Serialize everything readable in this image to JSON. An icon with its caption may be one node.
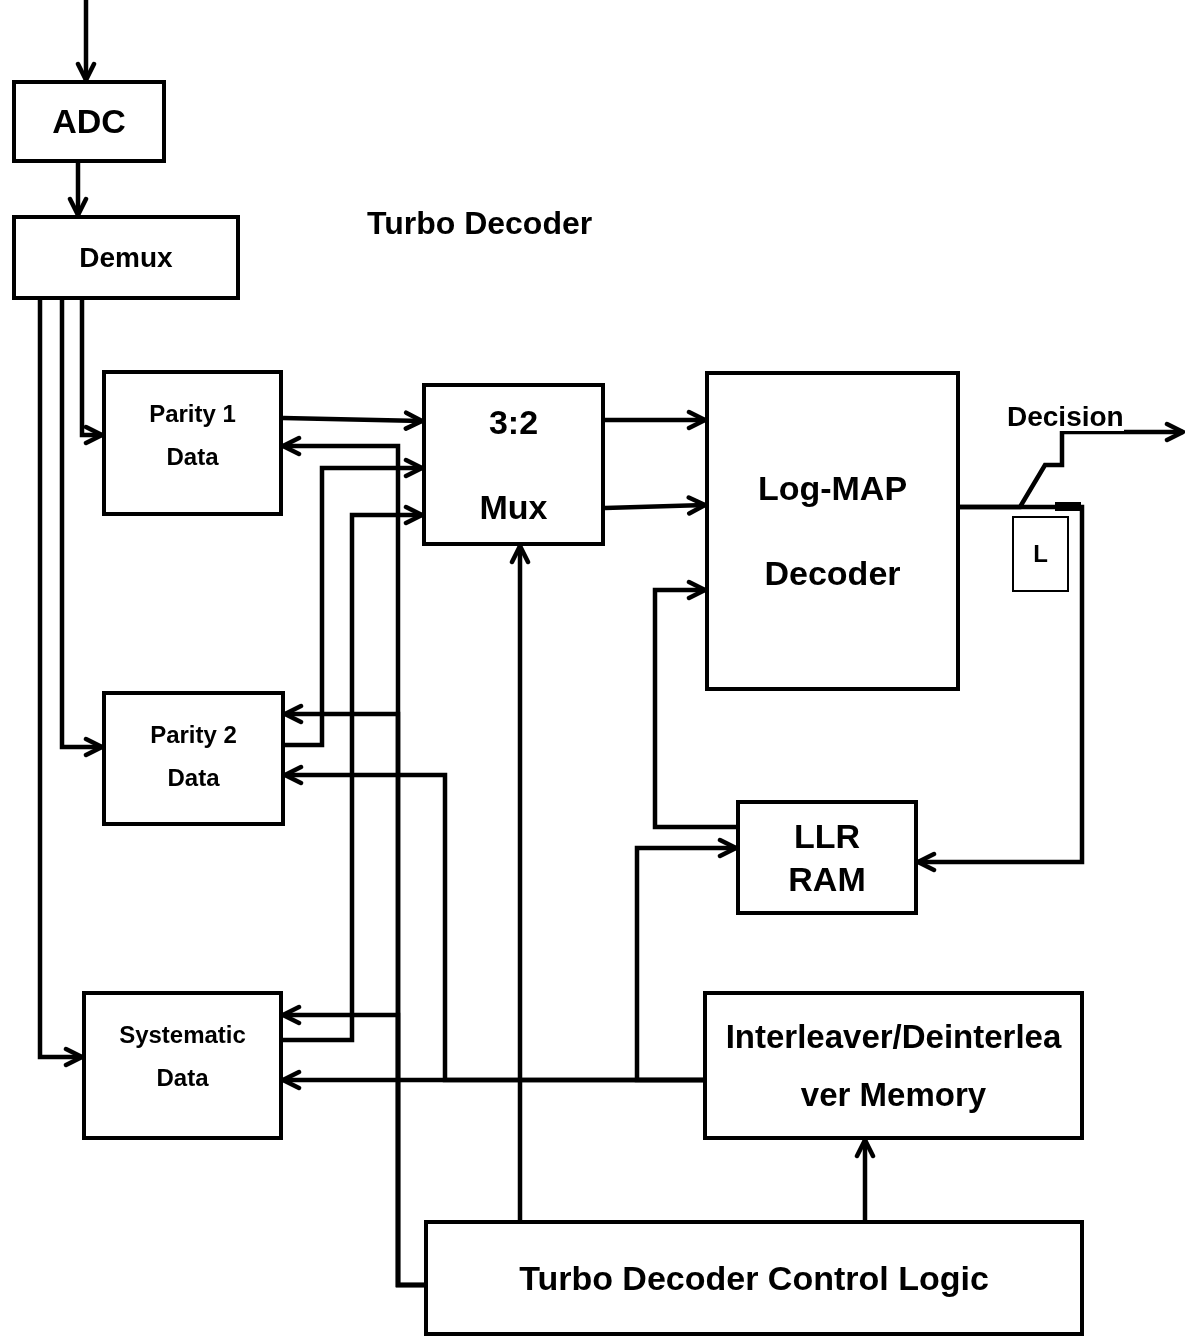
{
  "diagram": {
    "title": "Turbo Decoder",
    "nodes": [
      {
        "text": [
          "ADC"
        ]
      },
      {
        "text": [
          "Demux"
        ]
      },
      {
        "text": [
          "Parity 1 Data"
        ]
      },
      {
        "text": [
          "3:2 Mux"
        ]
      },
      {
        "text": [
          "Log-MAP Decoder"
        ]
      },
      {
        "text": [
          "L"
        ]
      },
      {
        "text": [
          "Parity 2 Data"
        ]
      },
      {
        "text": [
          "LLR RAM"
        ]
      },
      {
        "text": [
          "Systematic Data"
        ]
      },
      {
        "text": [
          "Interleaver/Deinterleaver Memory"
        ]
      },
      {
        "text": [
          "Turbo Decoder Control Logic"
        ]
      }
    ],
    "edges": [
      {
        "from": null,
        "to": 0,
        "arrow": "to"
      },
      {
        "from": 0,
        "to": 1,
        "arrow": "to"
      },
      {
        "from": 1,
        "to": 2,
        "arrow": "to"
      },
      {
        "from": 1,
        "to": 6,
        "arrow": "to"
      },
      {
        "from": 1,
        "to": 8,
        "arrow": "to"
      },
      {
        "from": 2,
        "to": 3,
        "arrow": "to"
      },
      {
        "from": 6,
        "to": 3,
        "arrow": "to"
      },
      {
        "from": 8,
        "to": 3,
        "arrow": "to"
      },
      {
        "from": 10,
        "to": 2,
        "arrow": "to"
      },
      {
        "from": 10,
        "to": 6,
        "arrow": "to"
      },
      {
        "from": 10,
        "to": 8,
        "arrow": "to"
      },
      {
        "from": 10,
        "to": 3,
        "arrow": "to"
      },
      {
        "from": 10,
        "to": 9,
        "arrow": "to"
      },
      {
        "from": 9,
        "to": 8,
        "arrow": "to"
      },
      {
        "from": 9,
        "to": 6,
        "arrow": "to"
      },
      {
        "from": 9,
        "to": 7,
        "arrow": "to"
      },
      {
        "from": 7,
        "to": 4,
        "arrow": "to"
      },
      {
        "from": 3,
        "to": 4,
        "arrow": "to"
      },
      {
        "from": 3,
        "to": 4,
        "arrow": "to"
      },
      {
        "from": 4,
        "to": 7,
        "arrow": "to"
      },
      {
        "from": 4,
        "to": null,
        "arrow": "to",
        "label": "Decision"
      }
    ]
  }
}
